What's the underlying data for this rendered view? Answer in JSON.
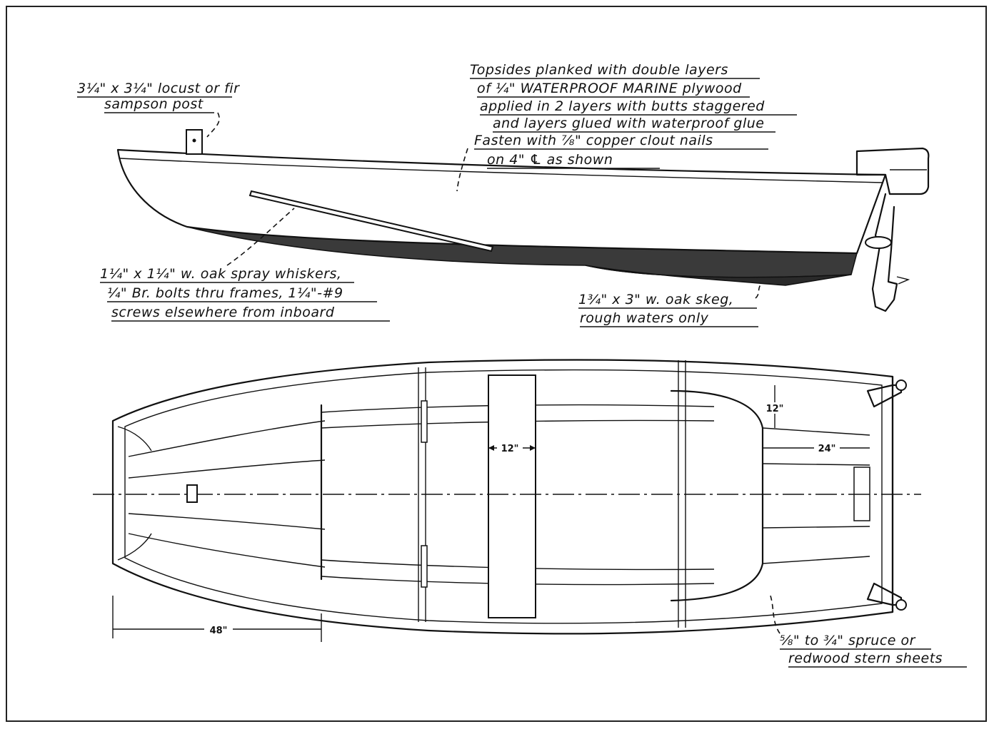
{
  "notes": {
    "sampson_post_1": "3¼\" x 3¼\" locust or fir",
    "sampson_post_2": "sampson post",
    "topsides_1": "Topsides planked with double layers",
    "topsides_2": "of ¼\" WATERPROOF MARINE plywood",
    "topsides_3": "applied in 2 layers with butts staggered",
    "topsides_4": "and layers glued with waterproof glue",
    "topsides_5": "Fasten with ⅞\" copper clout nails",
    "topsides_6": "on 4\" ℄ as shown",
    "whiskers_1": "1¼\" x 1¼\" w. oak spray whiskers,",
    "whiskers_2": "¼\" Br. bolts thru frames, 1¼\"-#9",
    "whiskers_3": "screws elsewhere from inboard",
    "skeg_1": "1¾\" x 3\" w. oak skeg,",
    "skeg_2": "rough waters only",
    "stern_sheets_1": "⅝\" to ¾\" spruce or",
    "stern_sheets_2": "redwood stern sheets"
  },
  "dimensions": {
    "seat_width": "12\"",
    "stern_seat_depth": "12\"",
    "stern_seat_width": "24\"",
    "bow_length": "48\""
  },
  "colors": {
    "ink": "#111111",
    "bottom_paint": "#3a3a3a",
    "paper": "#ffffff"
  }
}
